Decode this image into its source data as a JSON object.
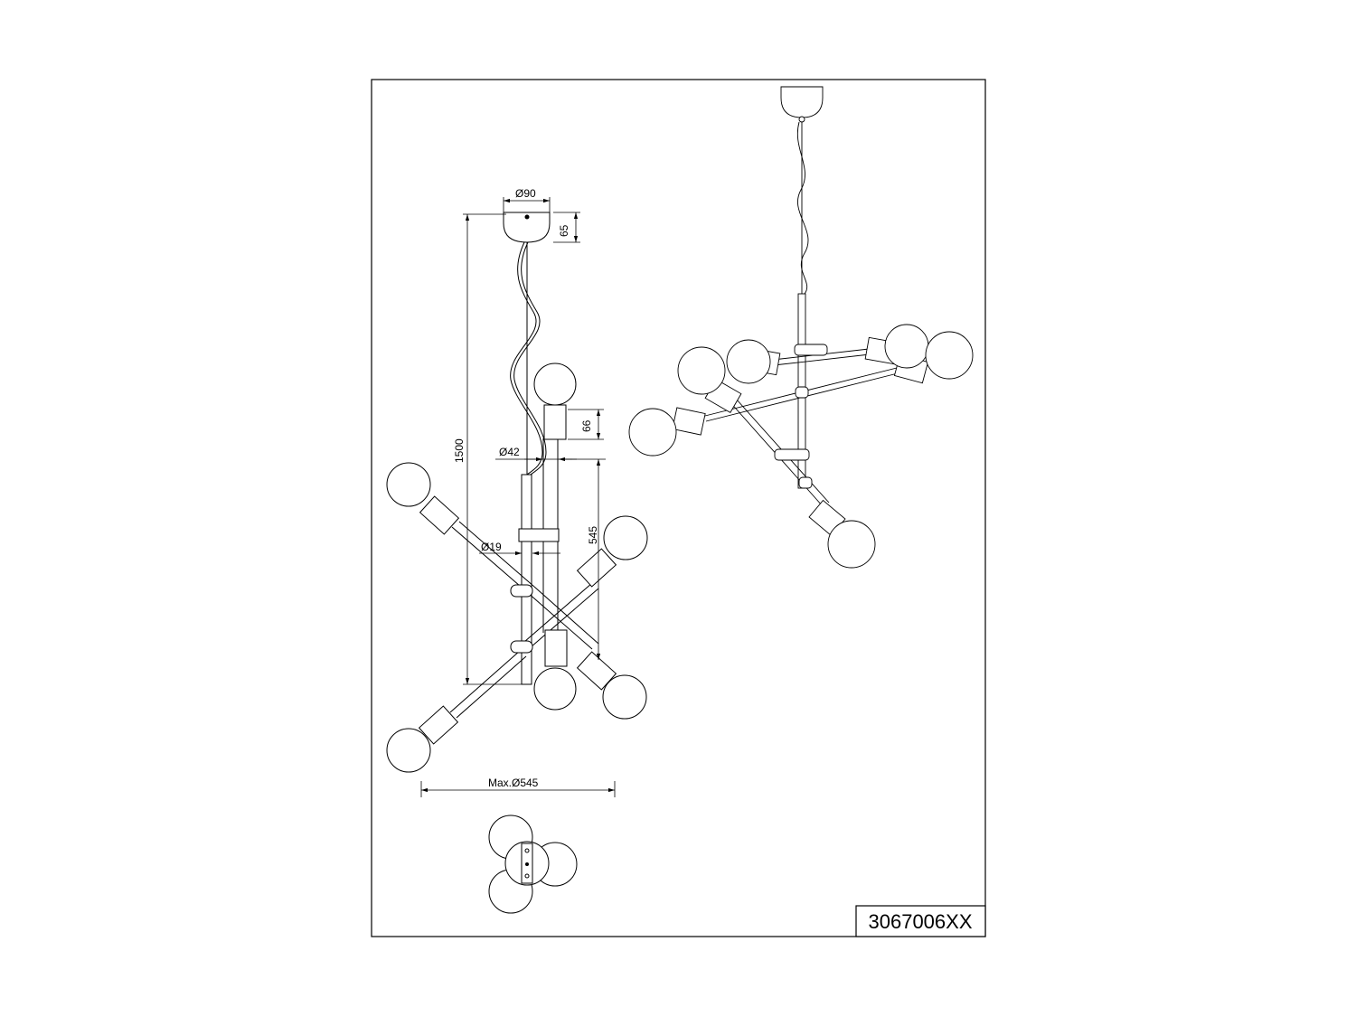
{
  "drawing": {
    "product_code": "3067006XX",
    "dimensions": {
      "canopy_diameter": "Ø90",
      "canopy_height": "65",
      "total_height": "1500",
      "holder_height": "66",
      "tube_diameter": "Ø42",
      "rod_diameter": "Ø19",
      "arm_length": "545",
      "max_diameter": "Max.Ø545"
    }
  }
}
